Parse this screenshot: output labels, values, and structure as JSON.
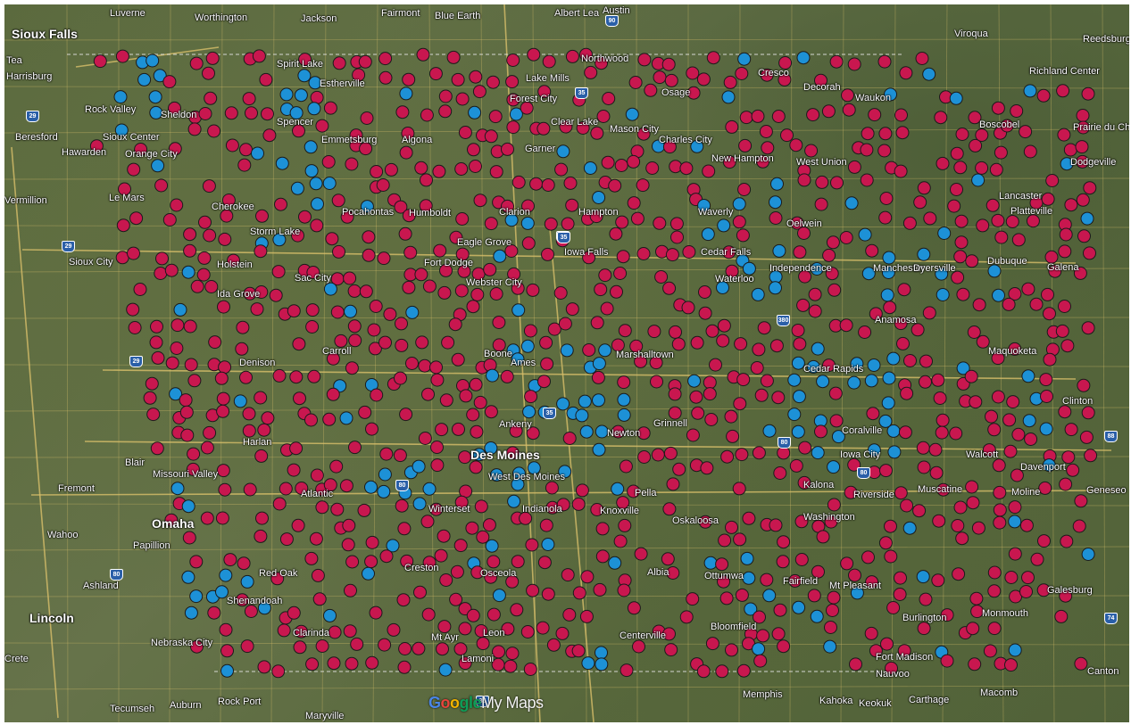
{
  "colors": {
    "marker_red": "#c8174f",
    "marker_blue": "#1d91d6",
    "road": "#d8bf6a",
    "border": "#e6e6e6"
  },
  "watermark": {
    "g1": "G",
    "g2": "o",
    "g3": "o",
    "g4": "gle",
    "suffix": "My Maps"
  },
  "places": [
    {
      "name": "Sioux Falls",
      "big": true
    },
    {
      "name": "Luverne"
    },
    {
      "name": "Worthington"
    },
    {
      "name": "Jackson"
    },
    {
      "name": "Fairmont"
    },
    {
      "name": "Blue Earth"
    },
    {
      "name": "Albert Lea"
    },
    {
      "name": "Austin"
    },
    {
      "name": "Viroqua"
    },
    {
      "name": "Reedsburg"
    },
    {
      "name": "Tea"
    },
    {
      "name": "Harrisburg"
    },
    {
      "name": "Spirit Lake"
    },
    {
      "name": "Estherville"
    },
    {
      "name": "Northwood"
    },
    {
      "name": "Cresco"
    },
    {
      "name": "Decorah"
    },
    {
      "name": "Waukon"
    },
    {
      "name": "Richland Center"
    },
    {
      "name": "Rock Valley"
    },
    {
      "name": "Sheldon"
    },
    {
      "name": "Lake Mills"
    },
    {
      "name": "Forest City"
    },
    {
      "name": "Osage"
    },
    {
      "name": "Beresford"
    },
    {
      "name": "Sioux Center"
    },
    {
      "name": "Spencer"
    },
    {
      "name": "Emmetsburg"
    },
    {
      "name": "Algona"
    },
    {
      "name": "Clear Lake"
    },
    {
      "name": "Mason City"
    },
    {
      "name": "Charles City"
    },
    {
      "name": "Boscobel"
    },
    {
      "name": "Prairie du Chien"
    },
    {
      "name": "Hawarden"
    },
    {
      "name": "Orange City"
    },
    {
      "name": "Garner"
    },
    {
      "name": "New Hampton"
    },
    {
      "name": "West Union"
    },
    {
      "name": "Dodgeville"
    },
    {
      "name": "Vermillion"
    },
    {
      "name": "Le Mars"
    },
    {
      "name": "Cherokee"
    },
    {
      "name": "Pocahontas"
    },
    {
      "name": "Humboldt"
    },
    {
      "name": "Clarion"
    },
    {
      "name": "Hampton"
    },
    {
      "name": "Waverly"
    },
    {
      "name": "Oelwein"
    },
    {
      "name": "Lancaster"
    },
    {
      "name": "Platteville"
    },
    {
      "name": "Storm Lake"
    },
    {
      "name": "Eagle Grove"
    },
    {
      "name": "Iowa Falls"
    },
    {
      "name": "Cedar Falls"
    },
    {
      "name": "Sioux City"
    },
    {
      "name": "Holstein"
    },
    {
      "name": "Fort Dodge"
    },
    {
      "name": "Independence"
    },
    {
      "name": "Manchester"
    },
    {
      "name": "Dyersville"
    },
    {
      "name": "Dubuque"
    },
    {
      "name": "Galena"
    },
    {
      "name": "Sac City"
    },
    {
      "name": "Webster City"
    },
    {
      "name": "Waterloo"
    },
    {
      "name": "Ida Grove"
    },
    {
      "name": "Anamosa"
    },
    {
      "name": "Maquoketa"
    },
    {
      "name": "Denison"
    },
    {
      "name": "Carroll"
    },
    {
      "name": "Boone"
    },
    {
      "name": "Ames"
    },
    {
      "name": "Marshalltown"
    },
    {
      "name": "Cedar Rapids"
    },
    {
      "name": "Clinton"
    },
    {
      "name": "Ankeny"
    },
    {
      "name": "Grinnell"
    },
    {
      "name": "Newton"
    },
    {
      "name": "Coralville"
    },
    {
      "name": "Harlan"
    },
    {
      "name": "Des Moines",
      "big": true
    },
    {
      "name": "Iowa City"
    },
    {
      "name": "Blair"
    },
    {
      "name": "Missouri Valley"
    },
    {
      "name": "West Des Moines"
    },
    {
      "name": "Walcott"
    },
    {
      "name": "Davenport"
    },
    {
      "name": "Fremont"
    },
    {
      "name": "Atlantic"
    },
    {
      "name": "Kalona"
    },
    {
      "name": "Riverside"
    },
    {
      "name": "Muscatine"
    },
    {
      "name": "Moline"
    },
    {
      "name": "Geneseo"
    },
    {
      "name": "Pella"
    },
    {
      "name": "Winterset"
    },
    {
      "name": "Indianola"
    },
    {
      "name": "Knoxville"
    },
    {
      "name": "Oskaloosa"
    },
    {
      "name": "Washington"
    },
    {
      "name": "Omaha",
      "big": true
    },
    {
      "name": "Wahoo"
    },
    {
      "name": "Papillion"
    },
    {
      "name": "Red Oak"
    },
    {
      "name": "Creston"
    },
    {
      "name": "Osceola"
    },
    {
      "name": "Albia"
    },
    {
      "name": "Ottumwa"
    },
    {
      "name": "Fairfield"
    },
    {
      "name": "Mt Pleasant"
    },
    {
      "name": "Galesburg"
    },
    {
      "name": "Ashland"
    },
    {
      "name": "Lincoln",
      "big": true
    },
    {
      "name": "Shenandoah"
    },
    {
      "name": "Clarinda"
    },
    {
      "name": "Monmouth"
    },
    {
      "name": "Nebraska City"
    },
    {
      "name": "Mt Ayr"
    },
    {
      "name": "Leon"
    },
    {
      "name": "Centerville"
    },
    {
      "name": "Bloomfield"
    },
    {
      "name": "Burlington"
    },
    {
      "name": "Lamoni"
    },
    {
      "name": "Fort Madison"
    },
    {
      "name": "Nauvoo"
    },
    {
      "name": "Canton"
    },
    {
      "name": "Crete"
    },
    {
      "name": "Memphis"
    },
    {
      "name": "Kahoka"
    },
    {
      "name": "Keokuk"
    },
    {
      "name": "Carthage"
    },
    {
      "name": "Macomb"
    },
    {
      "name": "Tecumseh"
    },
    {
      "name": "Auburn"
    },
    {
      "name": "Rock Port"
    },
    {
      "name": "Maryville"
    }
  ],
  "shields": [
    "90",
    "35",
    "29",
    "35",
    "380",
    "29",
    "35",
    "35",
    "80",
    "80",
    "88",
    "74",
    "80",
    "29",
    "35",
    "80"
  ]
}
